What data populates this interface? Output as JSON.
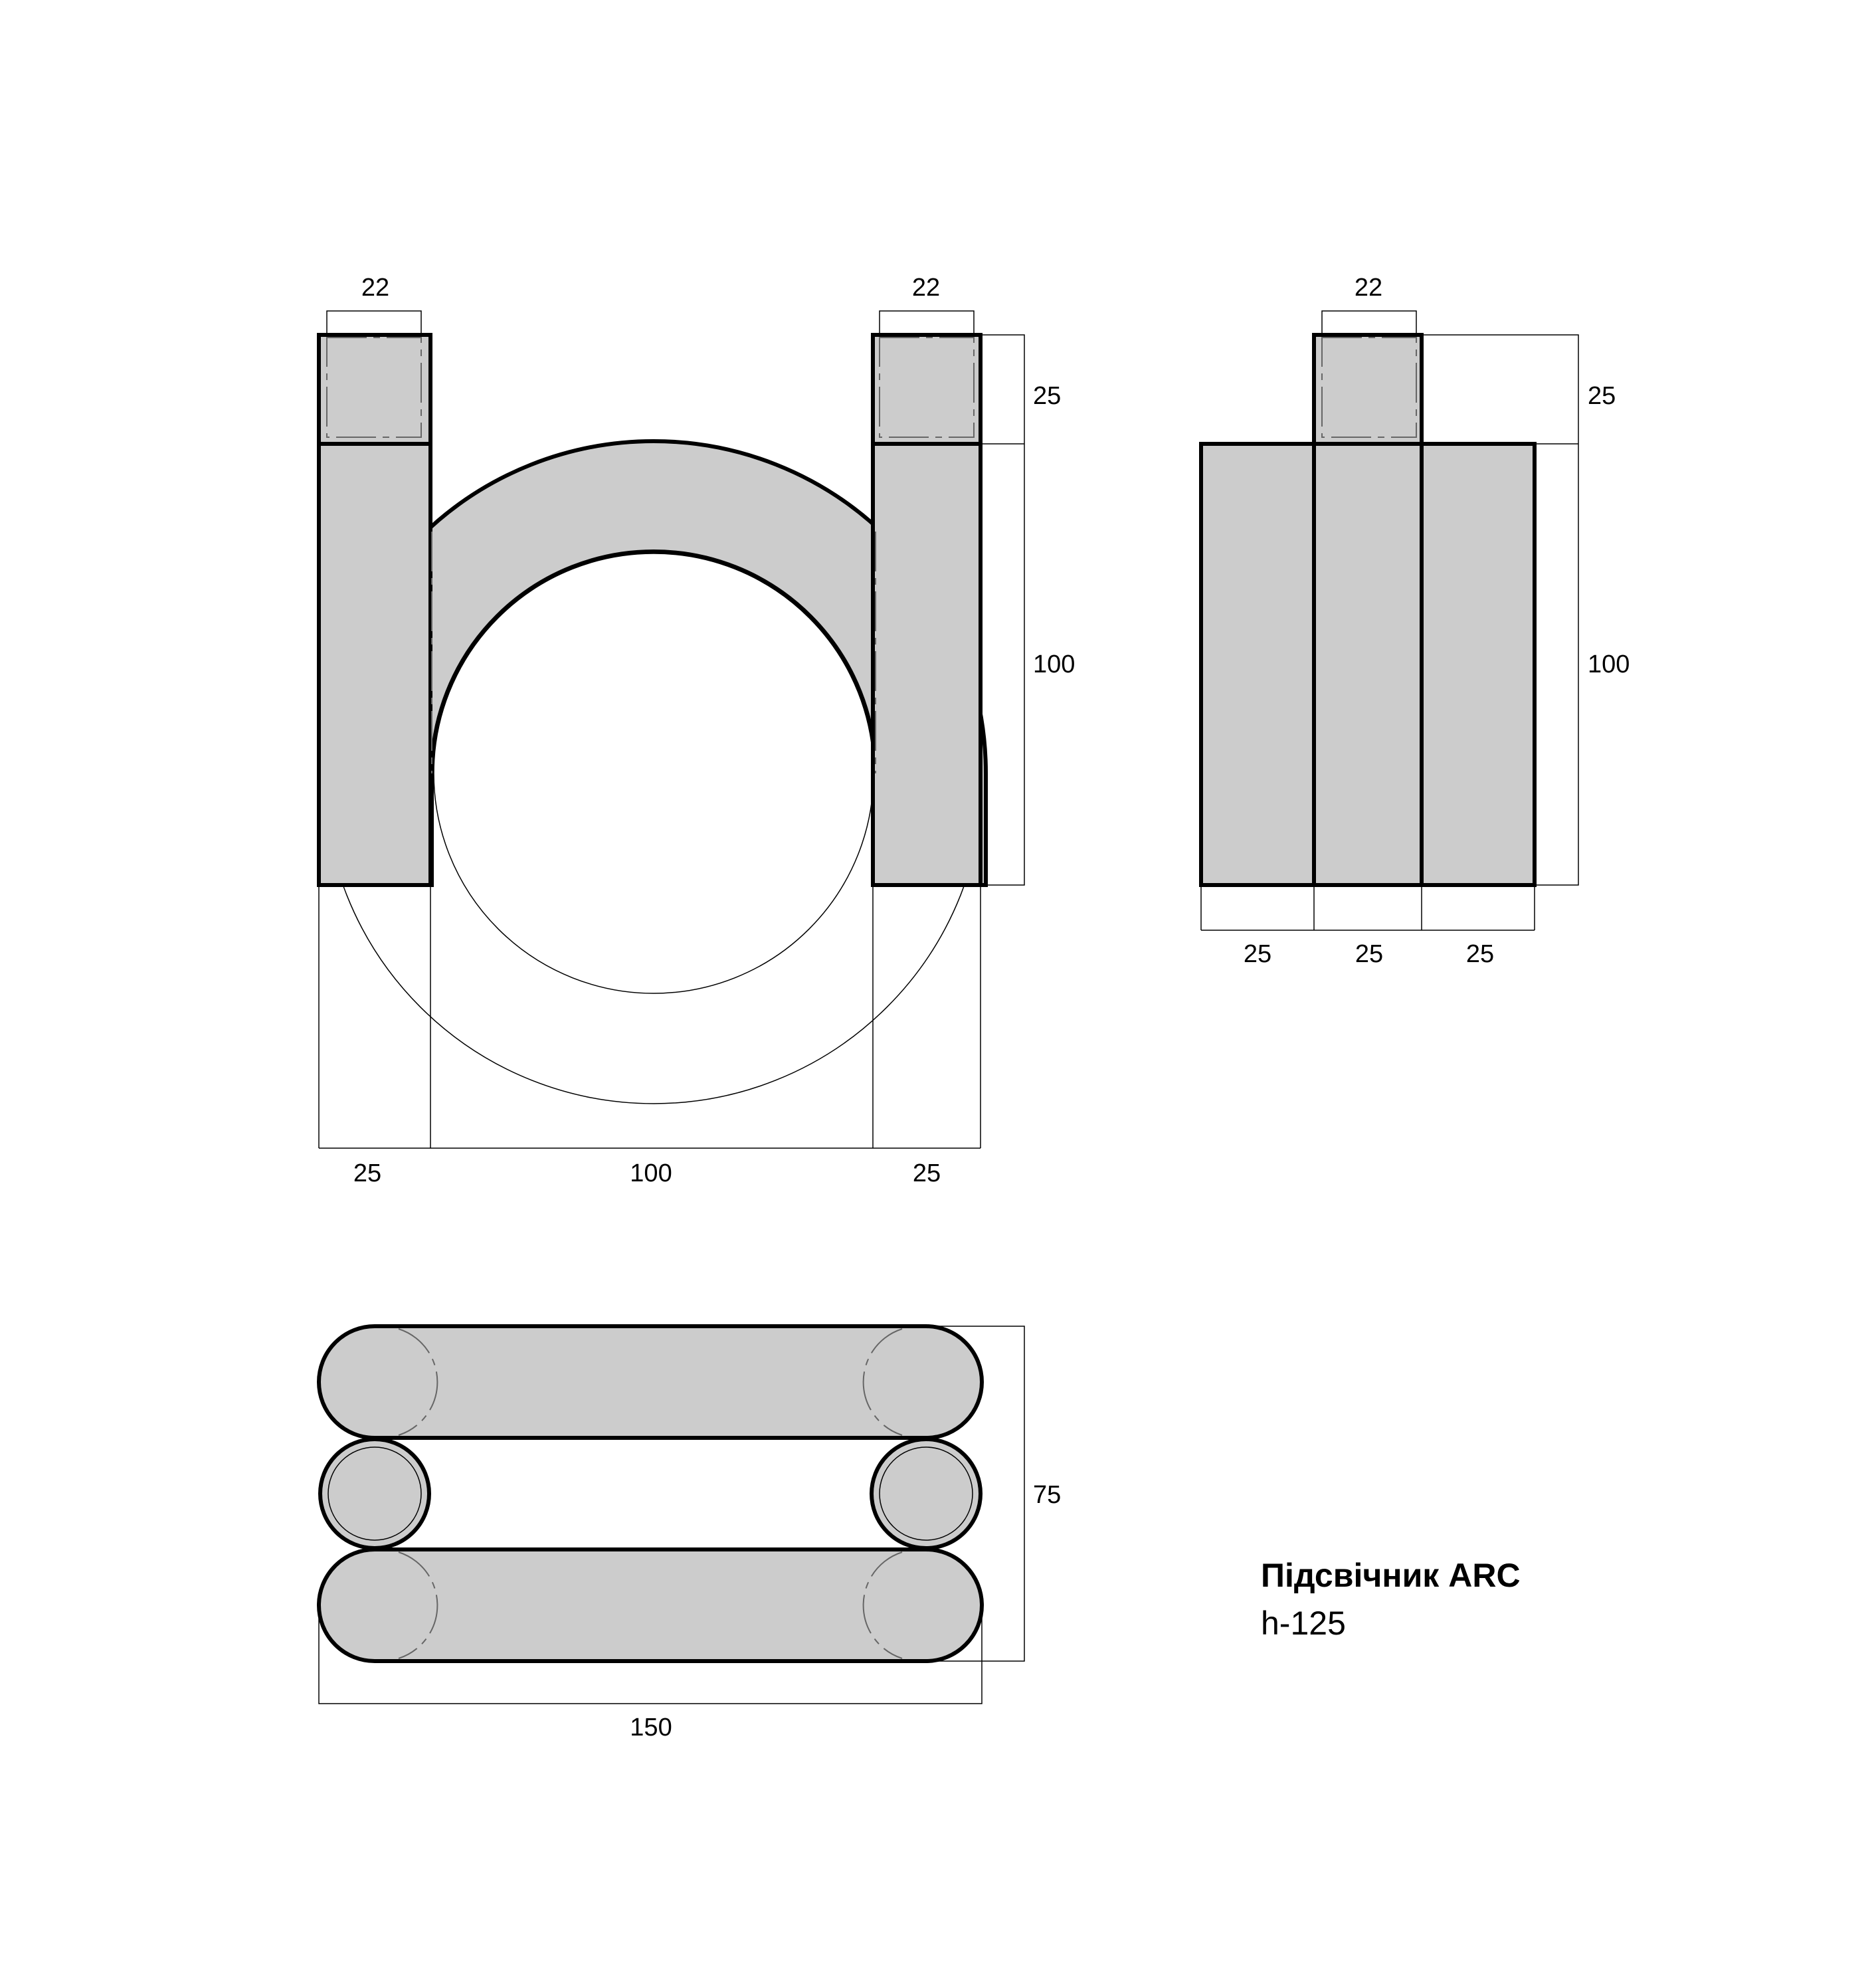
{
  "title": "Підсвічник ARC",
  "subtitle": "h-125",
  "colors": {
    "fill": "#cccccc",
    "line": "#000000"
  },
  "front_view": {
    "top_left_width": "22",
    "top_right_width": "22",
    "cap_height": "25",
    "body_height": "100",
    "bottom_left": "25",
    "bottom_center": "100",
    "bottom_right": "25"
  },
  "side_view": {
    "top_width": "22",
    "cap_height": "25",
    "body_height": "100",
    "segment_1": "25",
    "segment_2": "25",
    "segment_3": "25"
  },
  "top_view": {
    "depth": "75",
    "width": "150"
  }
}
